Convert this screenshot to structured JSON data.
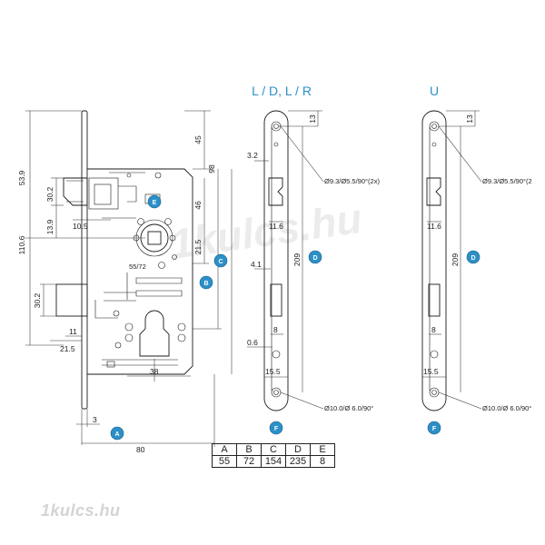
{
  "titles": {
    "ld_lr": "L / D, L / R",
    "u": "U"
  },
  "badges": [
    "A",
    "B",
    "C",
    "D",
    "E",
    "F"
  ],
  "watermark": "1kulcs.hu",
  "logo": "1kulcs.hu",
  "side_view": {
    "dims": {
      "d53_9": "53.9",
      "d110_6": "110.6",
      "d30_2_top": "30.2",
      "d13_9": "13.9",
      "d10_5": "10.5",
      "d30_2_bot": "30.2",
      "d11": "11",
      "d21_5_bot": "21.5",
      "d3": "3",
      "d80": "80",
      "d38": "38",
      "d45": "45",
      "d98": "98",
      "d46": "46",
      "d21_5_right": "21.5",
      "label_55_72": "55/72"
    }
  },
  "faceplate_ld": {
    "dims": {
      "d13": "13",
      "d3_2": "3.2",
      "d11_6": "11.6",
      "d209": "209",
      "d4_1": "4.1",
      "d8": "8",
      "d0_6": "0.6",
      "d15_5": "15.5"
    },
    "hole_top": "Ø9.3/Ø5.5/90°(2x)",
    "hole_bottom": "Ø10.0/Ø 6.0/90°"
  },
  "faceplate_u": {
    "dims": {
      "d13": "13",
      "d11_6": "11.6",
      "d209": "209",
      "d8": "8",
      "d15_5": "15.5"
    },
    "hole_top": "Ø9.3/Ø5.5/90°(2",
    "hole_bottom": "Ø10.0/Ø 6.0/90°"
  },
  "spec_table": {
    "headers": [
      "A",
      "B",
      "C",
      "D",
      "E"
    ],
    "values": [
      "55",
      "72",
      "154",
      "235",
      "8"
    ]
  }
}
